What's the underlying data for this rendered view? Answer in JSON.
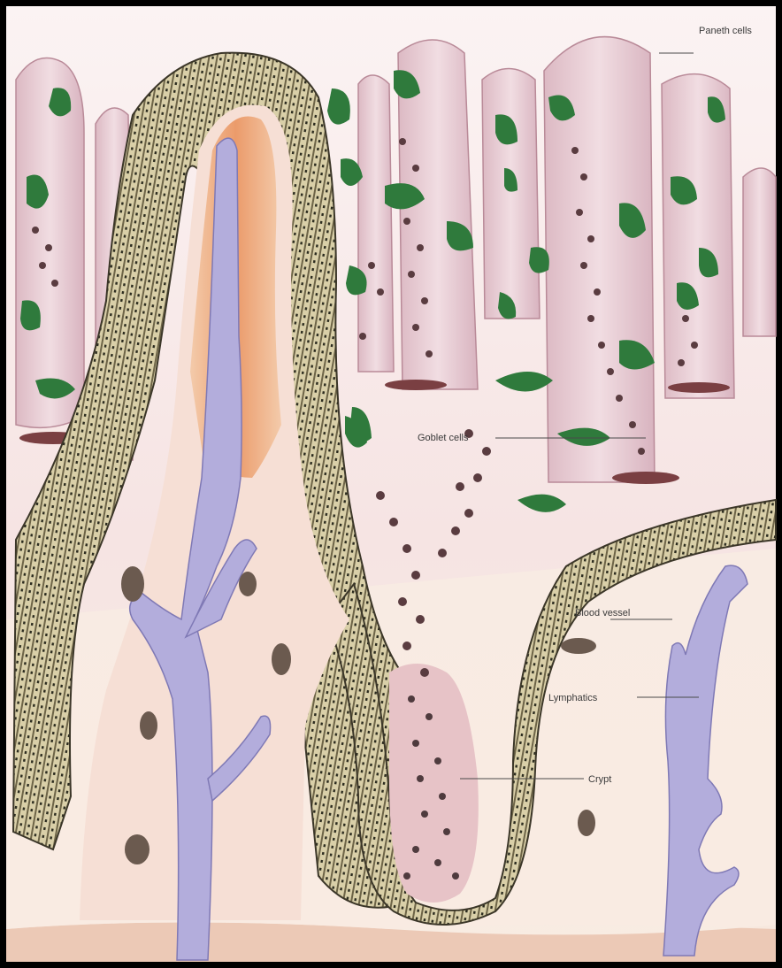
{
  "figure": {
    "labels": {
      "paneth": "Paneth cells",
      "goblet": "Goblet cells",
      "blood": "Blood vessel",
      "lymph": "Lymphatics",
      "crypt": "Crypt"
    },
    "colors": {
      "border": "#111111",
      "background": "#f6e6e2",
      "villus": "#e8cdd3",
      "epithelium_band": "#cfc39a",
      "nuclei": "#2a2a1e",
      "goblet_cells": "#2f7a3c",
      "lymphatic": "#b3addc",
      "lacteal_core": "#e58a4c",
      "blood_cells": "#6b5a4f",
      "submucosa": "#f7e9df"
    }
  }
}
